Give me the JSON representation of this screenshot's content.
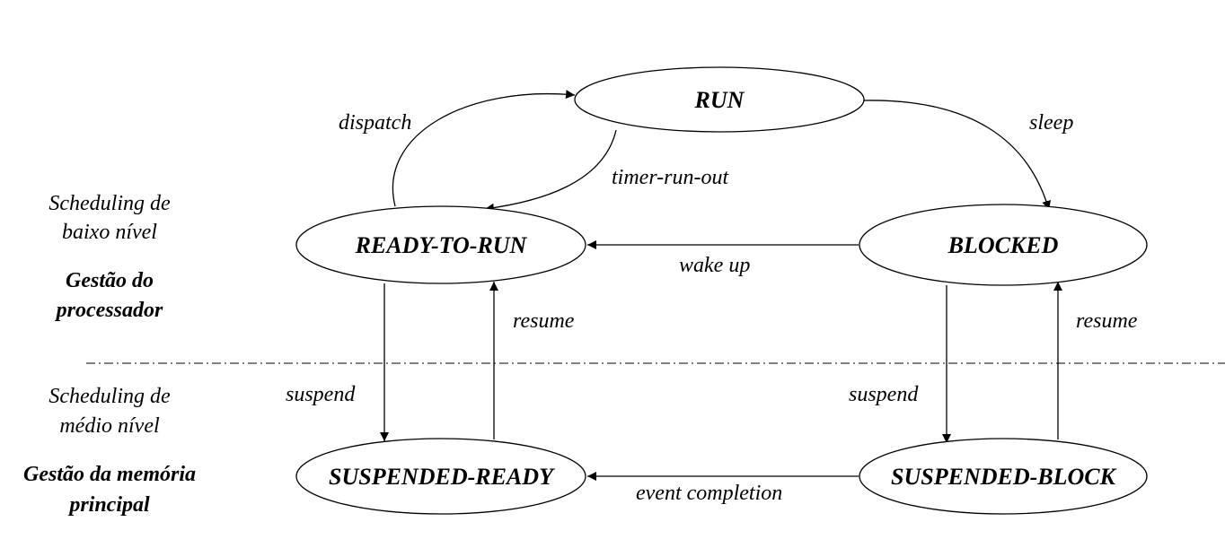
{
  "states": {
    "run": "RUN",
    "ready_to_run": "READY-TO-RUN",
    "blocked": "BLOCKED",
    "suspended_ready": "SUSPENDED-READY",
    "suspended_block": "SUSPENDED-BLOCK"
  },
  "transitions": {
    "dispatch": "dispatch",
    "timer_run_out": "timer-run-out",
    "sleep": "sleep",
    "wake_up": "wake up",
    "resume_left": "resume",
    "resume_right": "resume",
    "suspend_left": "suspend",
    "suspend_right": "suspend",
    "event_completion": "event completion"
  },
  "side_labels": {
    "low_level_line1": "Scheduling de",
    "low_level_line2": "baixo nível",
    "processor_line1": "Gestão do",
    "processor_line2": "processador",
    "mid_level_line1": "Scheduling de",
    "mid_level_line2": "médio nível",
    "memory_line1": "Gestão da memória",
    "memory_line2": "principal"
  }
}
